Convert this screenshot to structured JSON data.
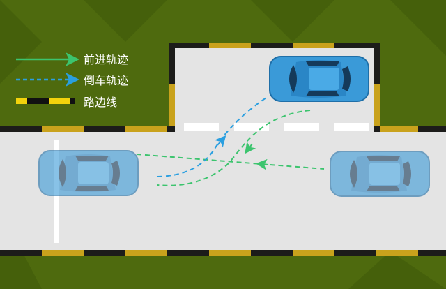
{
  "legend": {
    "forward": "前进轨迹",
    "reverse": "倒车轨迹",
    "curb": "路边线"
  },
  "colors": {
    "grass": "#4e6a0e",
    "road": "#e4e4e4",
    "forward_track": "#3cc46e",
    "reverse_track": "#2a9fe0",
    "curb_yellow": "#d6a51a",
    "curb_black": "#1a1a1a",
    "car": "#3a9ad8"
  }
}
